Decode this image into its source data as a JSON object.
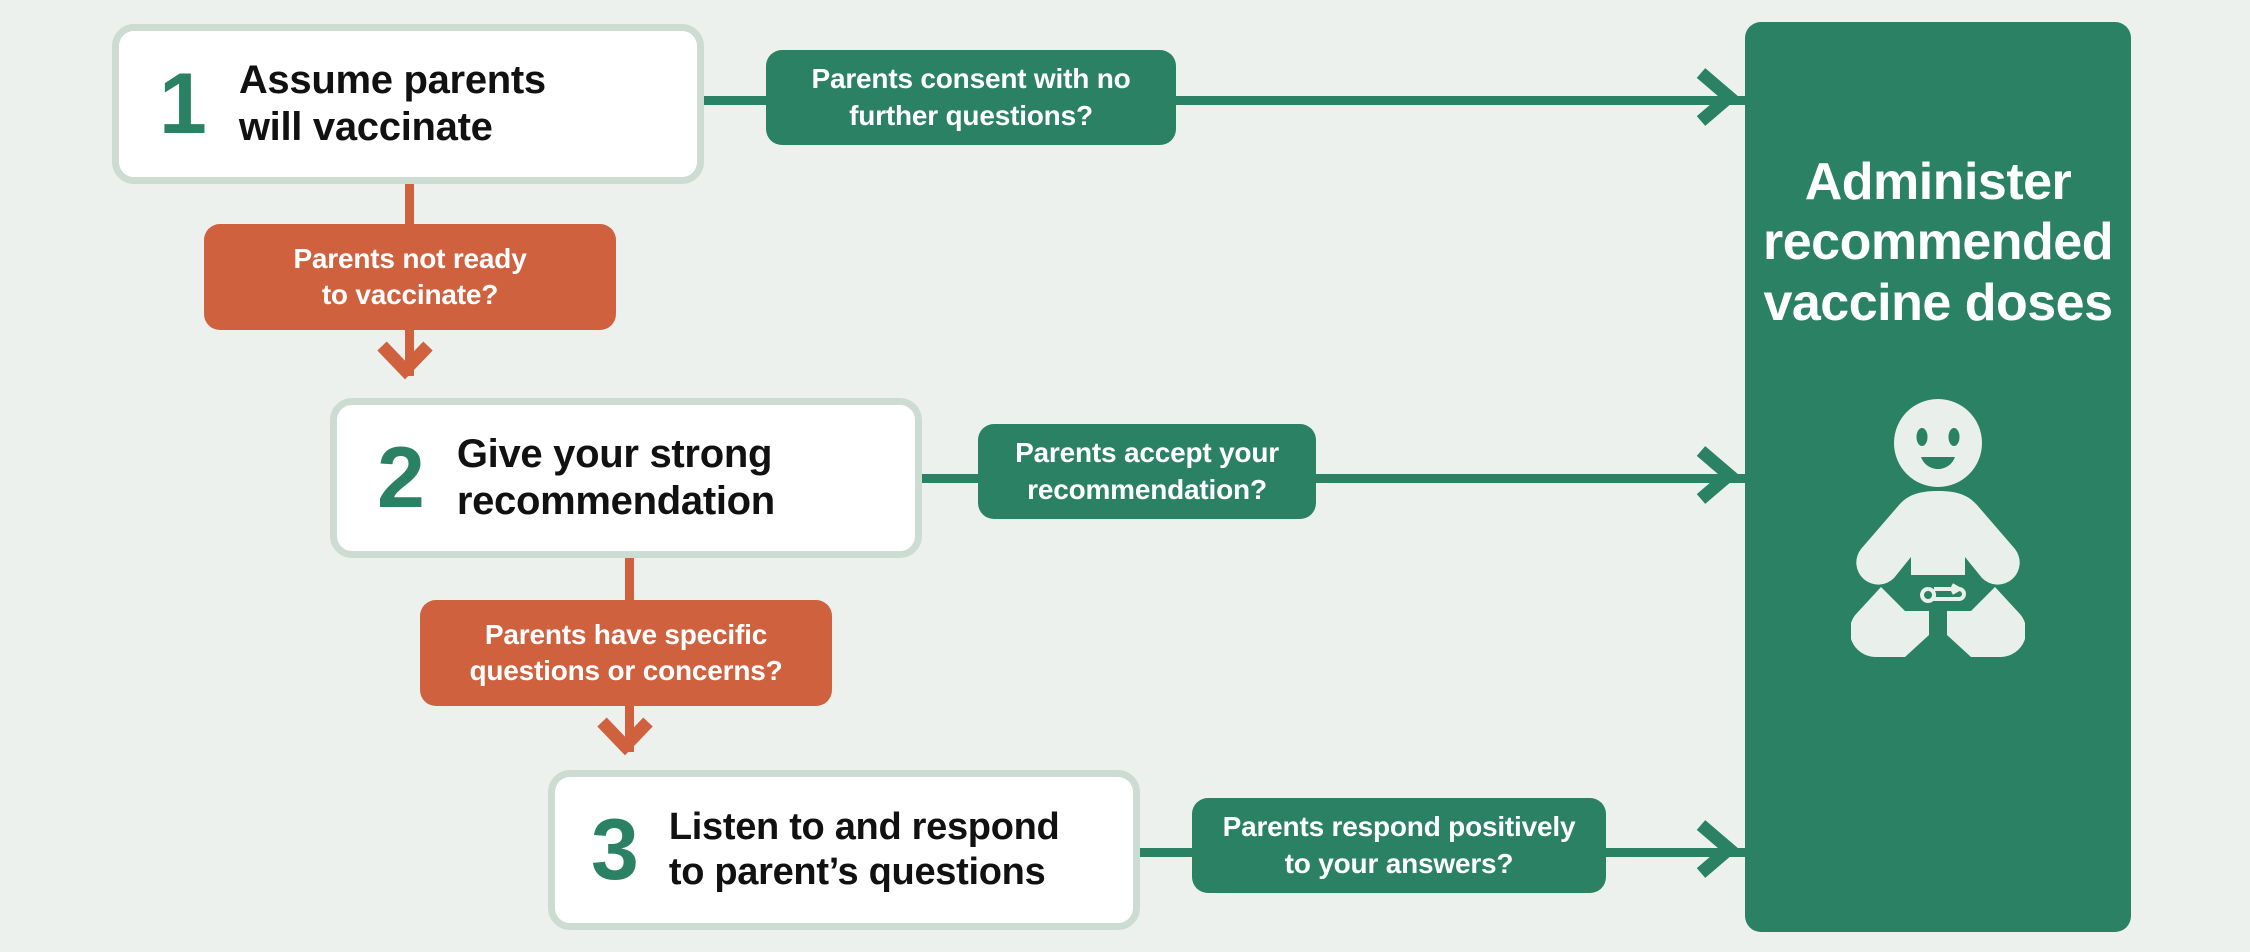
{
  "background_color": "#ecf1ee",
  "colors": {
    "green": "#2a8164",
    "orange": "#d0613f",
    "card_border": "#ccdcd2",
    "card_fill": "#ffffff",
    "text_dark": "#111111",
    "text_light": "#ffffff"
  },
  "steps": [
    {
      "number": "1",
      "text": "Assume parents\nwill vaccinate"
    },
    {
      "number": "2",
      "text": "Give your strong\nrecommendation"
    },
    {
      "number": "3",
      "text": "Listen to and respond\nto parent’s questions"
    }
  ],
  "yes_labels": [
    {
      "text": "Parents consent with no\nfurther questions?"
    },
    {
      "text": "Parents accept your\nrecommendation?"
    },
    {
      "text": "Parents respond positively\nto your answers?"
    }
  ],
  "no_labels": [
    {
      "text": "Parents not ready\nto vaccinate?"
    },
    {
      "text": "Parents have specific\nquestions or concerns?"
    }
  ],
  "outcome": {
    "title": "Administer\nrecommended\nvaccine doses",
    "icon": "baby-icon"
  }
}
